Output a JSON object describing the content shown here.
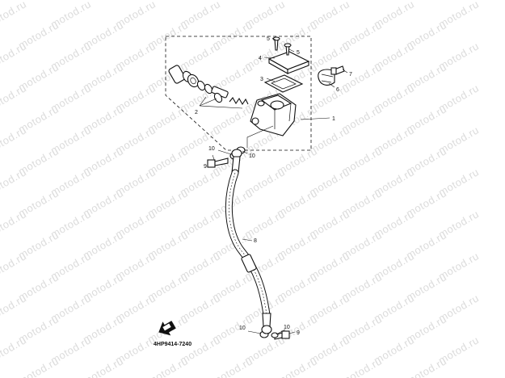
{
  "watermark_text": "motod.ru",
  "diagram_code": "4HP9414-7240",
  "callouts": {
    "c1": "1",
    "c2": "2",
    "c3": "3",
    "c4": "4",
    "c5": "5",
    "c5b": "5",
    "c6": "6",
    "c7": "7",
    "c8": "8",
    "c9": "9",
    "c10a": "10",
    "c10b": "10",
    "c10c": "10",
    "c10d": "10"
  },
  "colors": {
    "line": "#111111",
    "watermark": "#dcdcdc",
    "background": "#ffffff"
  },
  "icons": {
    "front_arrow": "front-direction-arrow-icon"
  }
}
